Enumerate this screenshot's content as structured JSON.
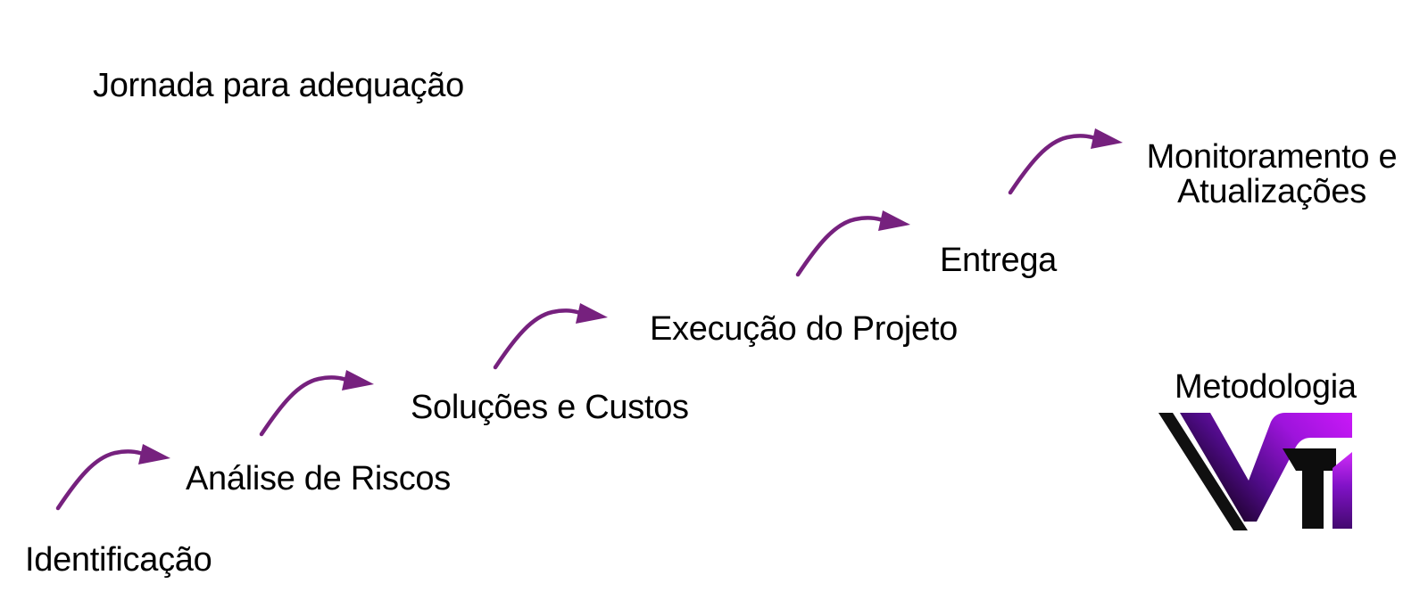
{
  "slide": {
    "title": "Jornada para adequação"
  },
  "steps": [
    {
      "label": "Identificação"
    },
    {
      "label": "Análise de Riscos"
    },
    {
      "label": "Soluções e Custos"
    },
    {
      "label": "Execução do Projeto"
    },
    {
      "label": "Entrega"
    },
    {
      "label": "Monitoramento e\nAtualizações"
    }
  ],
  "arrows": {
    "count": 5,
    "style": "curved swoosh with solid triangular head, pointing up-right",
    "color": "#76217E"
  },
  "branding": {
    "caption": "Metodologia",
    "logo_text": "VTI"
  },
  "colors": {
    "background": "#FFFFFF",
    "text": "#000000",
    "arrow_purple": "#76217E",
    "logo_bright_magenta": "#CA18F8",
    "logo_mid_purple": "#8012C6",
    "logo_dark_purple": "#43096F",
    "logo_black": "#0D0D0D"
  }
}
